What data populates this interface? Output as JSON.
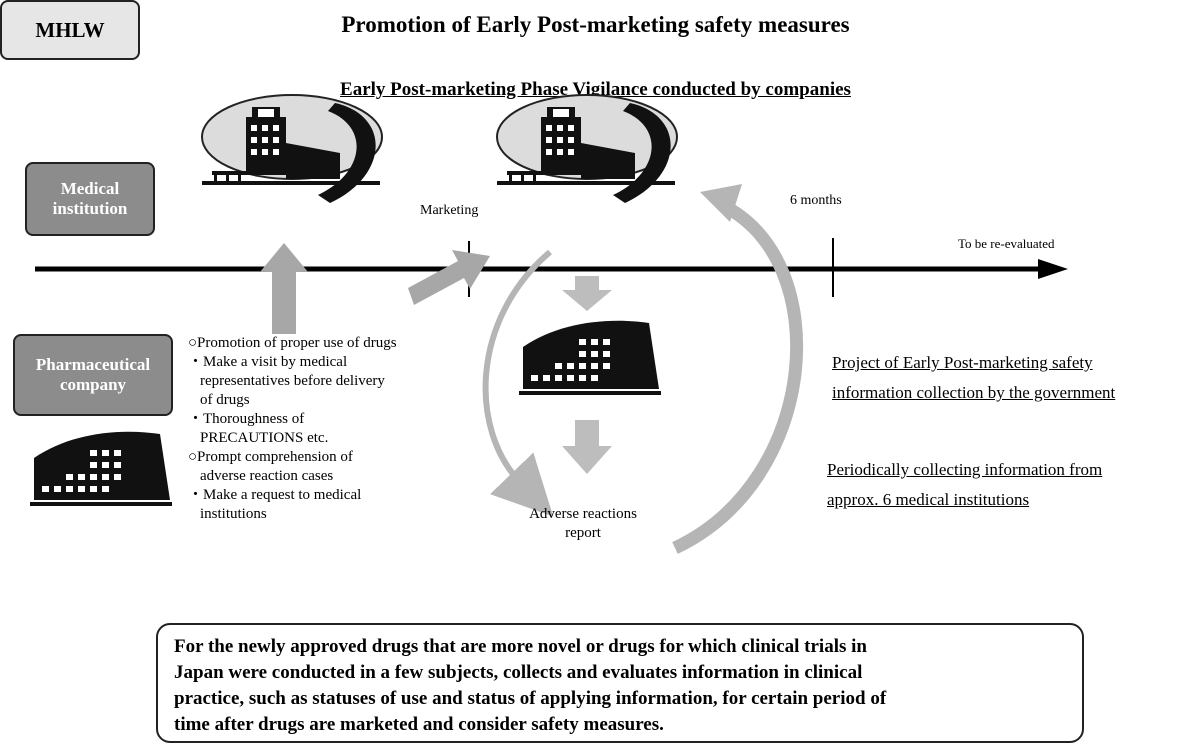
{
  "title": "Promotion of Early Post-marketing safety measures",
  "subtitle": "Early Post-marketing Phase Vigilance conducted by companies",
  "actors": {
    "medical_institution": [
      "Medical",
      "institution"
    ],
    "pharmaceutical_company": [
      "Pharmaceutical",
      "company"
    ],
    "mhlw": "MHLW"
  },
  "timeline": {
    "marketing": "Marketing",
    "six_months": "6 months",
    "end": "To be re-evaluated"
  },
  "company_measures": [
    "○Promotion of proper use of drugs",
    "・Make a visit by medical",
    "representatives before delivery",
    "of drugs",
    "・Thoroughness of",
    "PRECAUTIONS etc.",
    "○Prompt comprehension of",
    "adverse reaction cases",
    "・Make a request to medical",
    "institutions"
  ],
  "adverse_report": [
    "Adverse reactions",
    "report"
  ],
  "government": {
    "project": [
      "Project of Early Post-marketing safety",
      "information collection by the government"
    ],
    "periodic": [
      "Periodically collecting information from",
      "approx. 6 medical institutions"
    ]
  },
  "summary": [
    "For the newly approved drugs that are more novel or drugs for which clinical trials in",
    "Japan were conducted in a few subjects, collects and evaluates information in clinical",
    "practice, such as statuses of use and status of applying information, for certain period of",
    "time after drugs are marketed and consider safety measures."
  ],
  "icons": [
    "hospital-icon",
    "hospital-icon",
    "company-building-icon",
    "company-building-icon"
  ]
}
